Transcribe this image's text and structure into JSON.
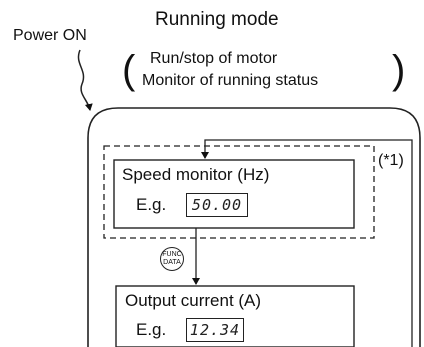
{
  "header": {
    "title": "Running mode",
    "subtitle_line1": "Run/stop of motor",
    "subtitle_line2": "Monitor of running status"
  },
  "power_on_label": "Power ON",
  "note_label": "(*1)",
  "speed_box": {
    "title": "Speed monitor (Hz)",
    "eg_label": "E.g.",
    "display_value": "50.00"
  },
  "current_box": {
    "title": "Output current (A)",
    "eg_label": "E.g.",
    "display_value": "12.34"
  },
  "func_key": {
    "line1": "FUNC",
    "line2": "DATA"
  }
}
